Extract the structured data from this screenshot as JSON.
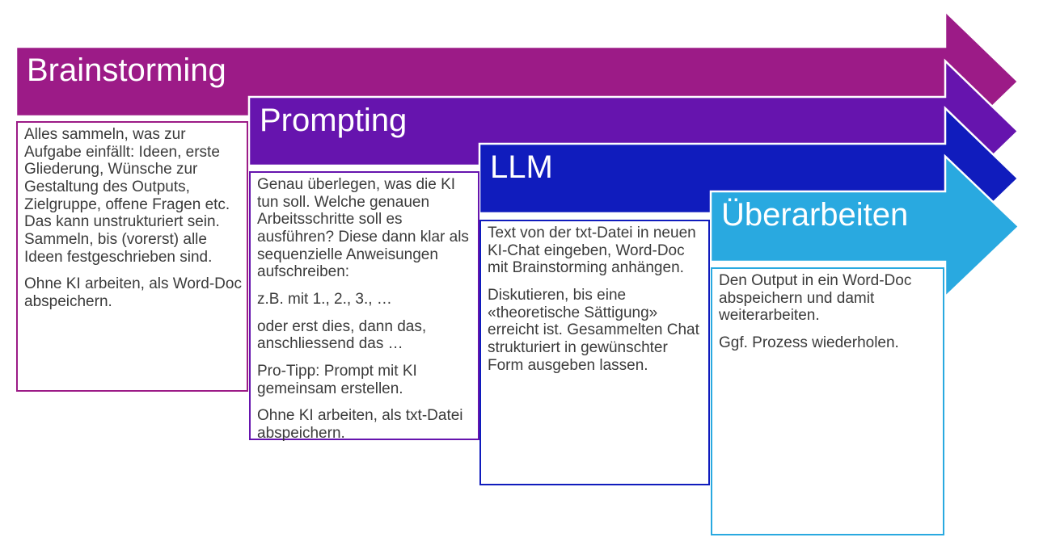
{
  "diagram": {
    "kind": "step-up-process",
    "background_color": "#ffffff",
    "outline_color": "#ffffff",
    "body_text_color": "#3b3b3b",
    "steps": [
      {
        "title": "Brainstorming",
        "color": "#9C1B87",
        "paragraphs": [
          "Alles sammeln, was zur Aufgabe einfällt: Ideen, erste Gliederung, Wünsche zur Gestaltung des Outputs, Zielgruppe, offene Fragen etc. Das kann unstrukturiert sein. Sammeln, bis (vorerst) alle Ideen festgeschrieben sind.",
          "Ohne KI arbeiten, als Word-Doc abspeichern."
        ]
      },
      {
        "title": "Prompting",
        "color": "#6614AE",
        "paragraphs": [
          "Genau überlegen, was die KI tun soll. Welche genauen Arbeitsschritte soll es ausführen? Diese dann klar als sequenzielle Anweisungen aufschreiben:",
          "z.B. mit 1., 2., 3., …",
          "oder erst dies, dann das, anschliessend das …",
          "Pro-Tipp: Prompt mit KI gemeinsam erstellen.",
          "Ohne KI arbeiten, als txt-Datei abspeichern."
        ]
      },
      {
        "title": "LLM",
        "color": "#101CBD",
        "paragraphs": [
          "Text von der txt-Datei in neuen KI-Chat eingeben, Word-Doc mit Brainstorming anhängen.",
          "Diskutieren, bis eine «theoretische Sättigung» erreicht ist. Gesammelten Chat strukturiert in gewünschter Form ausgeben lassen."
        ]
      },
      {
        "title": "Überarbeiten",
        "color": "#29A9E0",
        "paragraphs": [
          "Den Output in ein Word-Doc abspeichern und damit weiterarbeiten.",
          "Ggf. Prozess wiederholen."
        ]
      }
    ]
  }
}
